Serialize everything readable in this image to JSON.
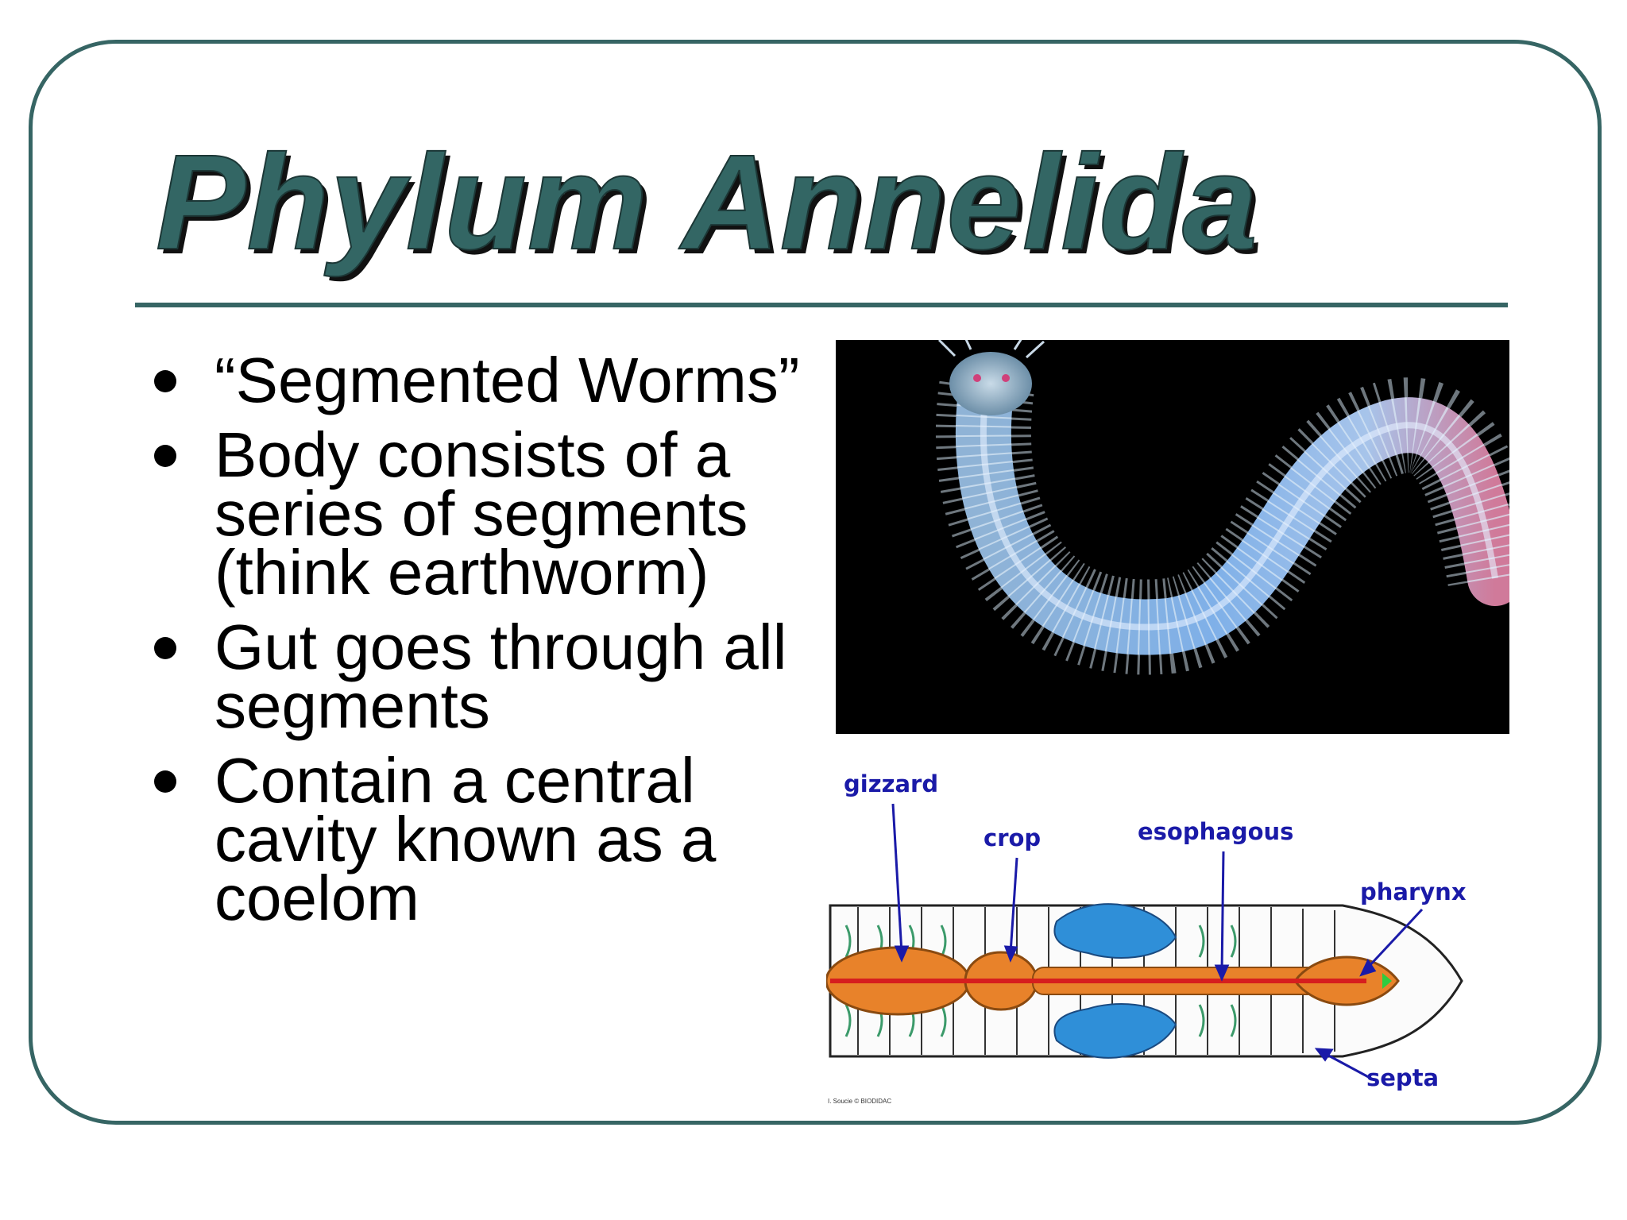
{
  "slide": {
    "title": "Phylum Annelida",
    "bullets": [
      "“Segmented Worms”",
      "Body consists of a series of segments (think earthworm)",
      "Gut goes through all segments",
      "Contain a central cavity known as a coelom"
    ]
  },
  "diagram": {
    "labels": {
      "gizzard": "gizzard",
      "crop": "crop",
      "esophagous": "esophagous",
      "pharynx": "pharynx",
      "septa": "septa"
    },
    "credit": "I. Soucie © BIODIDAC"
  },
  "colors": {
    "accent": "#366564",
    "title_fill": "#336664",
    "label_blue": "#1a1aa8",
    "gut_orange": "#e8822a",
    "blood_red": "#d61e1e",
    "organ_blue": "#2f8fd8"
  }
}
